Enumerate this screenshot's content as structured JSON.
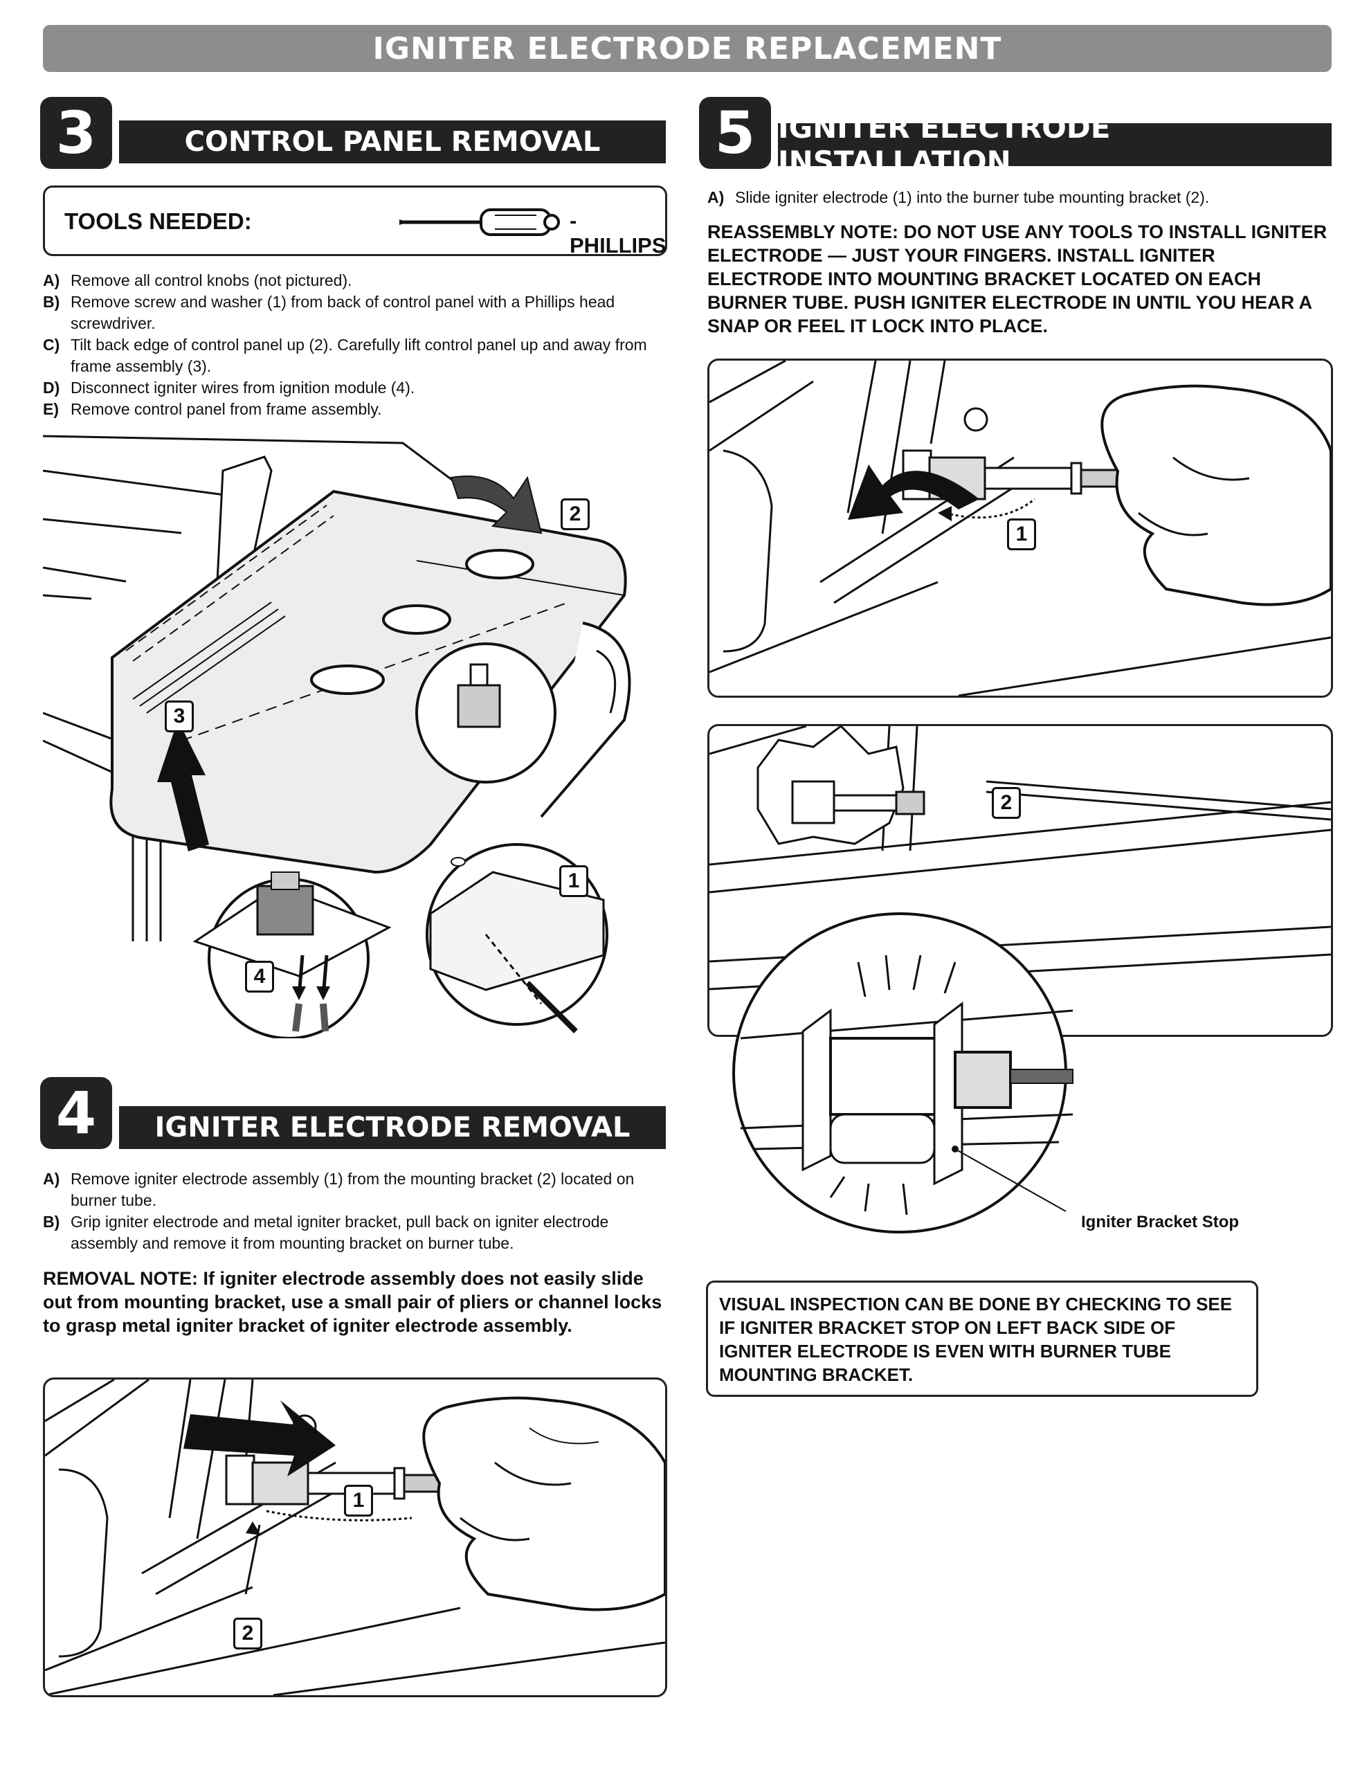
{
  "banner_title": "IGNITER ELECTRODE REPLACEMENT",
  "step3": {
    "number": "3",
    "title": "CONTROL PANEL REMOVAL",
    "tools_label": "TOOLS NEEDED:",
    "tool_name": "- PHILLIPS",
    "steps": [
      {
        "label": "A)",
        "text": "Remove all control knobs (not pictured)."
      },
      {
        "label": "B)",
        "text": "Remove screw and washer (1) from back of control panel with a Phillips head screwdriver."
      },
      {
        "label": "C)",
        "text": "Tilt back edge of control panel up (2). Carefully lift control panel up and away from frame assembly (3)."
      },
      {
        "label": "D)",
        "text": "Disconnect igniter wires from ignition module (4)."
      },
      {
        "label": "E)",
        "text": "Remove control panel from frame assembly."
      }
    ],
    "callouts": [
      "1",
      "2",
      "3",
      "4"
    ]
  },
  "step4": {
    "number": "4",
    "title": "IGNITER ELECTRODE REMOVAL",
    "steps": [
      {
        "label": "A)",
        "text": "Remove igniter electrode assembly (1) from the mounting bracket (2) located on burner tube."
      },
      {
        "label": "B)",
        "text": "Grip igniter electrode and metal igniter bracket, pull back on igniter electrode assembly and remove it from mounting bracket on burner tube."
      }
    ],
    "note": "REMOVAL NOTE: If igniter electrode assembly does not easily slide out from mounting bracket, use a small pair of pliers or channel locks to grasp metal igniter bracket of igniter electrode assembly.",
    "callouts": [
      "1",
      "2"
    ]
  },
  "step5": {
    "number": "5",
    "title": "IGNITER ELECTRODE INSTALLATION",
    "steps": [
      {
        "label": "A)",
        "text": "Slide igniter electrode (1) into the burner tube mounting bracket (2)."
      }
    ],
    "note": "REASSEMBLY NOTE: DO NOT USE ANY TOOLS TO INSTALL IGNITER ELECTRODE — JUST YOUR FINGERS. INSTALL IGNITER ELECTRODE INTO MOUNTING BRACKET LOCATED ON EACH BURNER TUBE. PUSH IGNITER ELECTRODE IN UNTIL YOU HEAR A SNAP OR FEEL IT LOCK INTO PLACE.",
    "callouts": [
      "1",
      "2"
    ],
    "bracket_stop_label": "Igniter Bracket Stop",
    "inspection_note": "VISUAL INSPECTION CAN BE DONE BY CHECKING TO SEE IF IGNITER BRACKET STOP ON LEFT BACK SIDE OF IGNITER ELECTRODE IS EVEN WITH BURNER TUBE MOUNTING BRACKET."
  }
}
